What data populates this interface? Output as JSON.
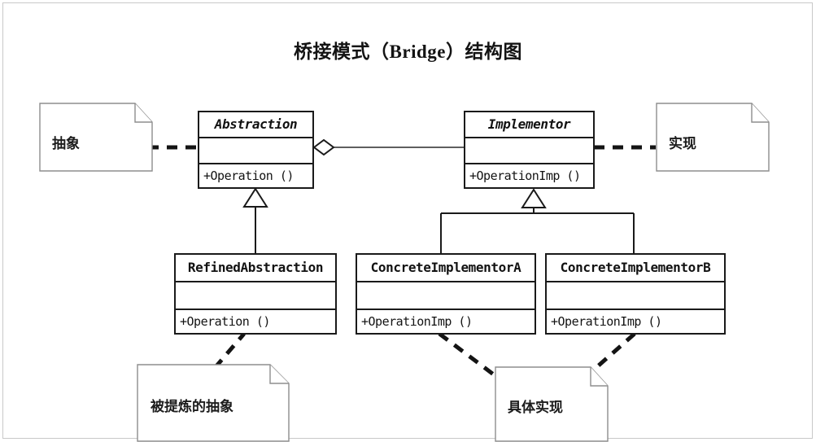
{
  "diagram": {
    "title": "桥接模式（Bridge）结构图",
    "type": "uml-class-diagram",
    "colors": {
      "background": "#ffffff",
      "stroke": "#1a1a1a",
      "note_stroke": "#8d8d8d",
      "frame": "#c9c9c9"
    }
  },
  "classes": [
    {
      "id": "abstraction",
      "name": "Abstraction",
      "abstract": true,
      "attributes": "",
      "operations": "+Operation ()"
    },
    {
      "id": "implementor",
      "name": "Implementor",
      "abstract": true,
      "attributes": "",
      "operations": "+OperationImp ()"
    },
    {
      "id": "refined-abstraction",
      "name": "RefinedAbstraction",
      "abstract": false,
      "attributes": "",
      "operations": "+Operation ()"
    },
    {
      "id": "concrete-implementor-a",
      "name": "ConcreteImplementorA",
      "abstract": false,
      "attributes": "",
      "operations": "+OperationImp ()"
    },
    {
      "id": "concrete-implementor-b",
      "name": "ConcreteImplementorB",
      "abstract": false,
      "attributes": "",
      "operations": "+OperationImp ()"
    }
  ],
  "notes": [
    {
      "id": "note-abstraction",
      "text": "抽象"
    },
    {
      "id": "note-implementation",
      "text": "实现"
    },
    {
      "id": "note-refined-abstraction",
      "text": "被提炼的抽象"
    },
    {
      "id": "note-concrete-implementation",
      "text": "具体实现"
    }
  ],
  "relationships": [
    {
      "from": "abstraction",
      "to": "implementor",
      "type": "aggregation-with-arrow"
    },
    {
      "from": "refined-abstraction",
      "to": "abstraction",
      "type": "generalization"
    },
    {
      "from": "concrete-implementor-a",
      "to": "implementor",
      "type": "generalization"
    },
    {
      "from": "concrete-implementor-b",
      "to": "implementor",
      "type": "generalization"
    },
    {
      "from": "note-abstraction",
      "to": "abstraction",
      "type": "note-anchor"
    },
    {
      "from": "note-implementation",
      "to": "implementor",
      "type": "note-anchor"
    },
    {
      "from": "note-refined-abstraction",
      "to": "refined-abstraction",
      "type": "note-anchor"
    },
    {
      "from": "note-concrete-implementation",
      "to": "concrete-implementor-a",
      "type": "note-anchor"
    },
    {
      "from": "note-concrete-implementation",
      "to": "concrete-implementor-b",
      "type": "note-anchor"
    }
  ]
}
